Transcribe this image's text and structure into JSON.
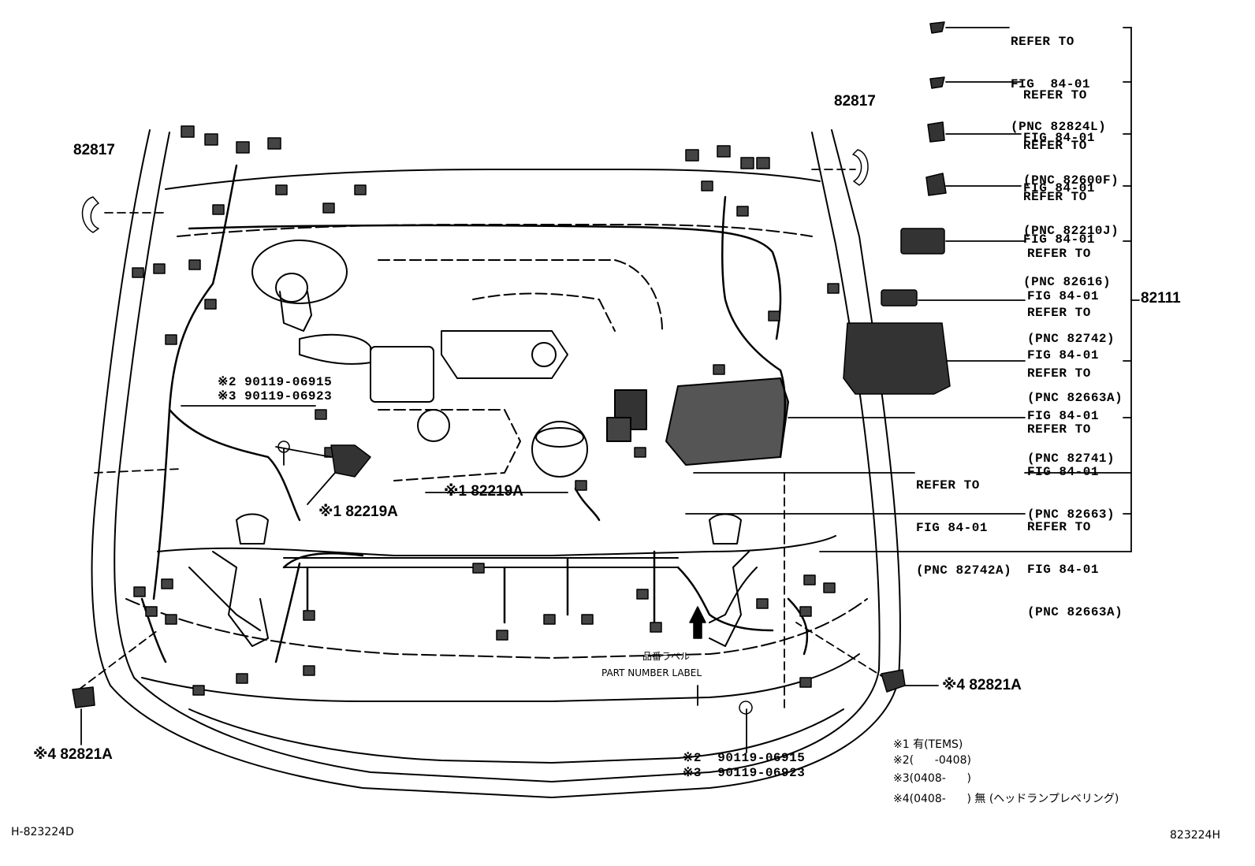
{
  "refer_callouts": [
    {
      "line1": "REFER TO",
      "line2": "FIG  84-01",
      "line3": "(PNC 82824L)"
    },
    {
      "line1": "REFER TO",
      "line2": "FIG 84-01",
      "line3": "(PNC 82600F)"
    },
    {
      "line1": "REFER TO",
      "line2": "FIG 84-01",
      "line3": "(PNC 82210J)"
    },
    {
      "line1": "REFER TO",
      "line2": "FIG 84-01",
      "line3": "(PNC 82616)"
    },
    {
      "line1": "REFER TO",
      "line2": "FIG 84-01",
      "line3": "(PNC 82742)"
    },
    {
      "line1": "REFER TO",
      "line2": "FIG 84-01",
      "line3": "(PNC 82663A)"
    },
    {
      "line1": "REFER TO",
      "line2": "FIG 84-01",
      "line3": "(PNC 82741)"
    },
    {
      "line1": "REFER TO",
      "line2": "FIG 84-01",
      "line3": "(PNC 82663)"
    },
    {
      "line1": "REFER TO",
      "line2": "FIG 84-01",
      "line3": "(PNC 82742A)"
    },
    {
      "line1": "REFER TO",
      "line2": "FIG 84-01",
      "line3": "(PNC 82663A)"
    }
  ],
  "parts": {
    "main_harness": "82111",
    "clamp_left": "82817",
    "clamp_right": "82817",
    "bolt_left_a": "※2 90119-06915",
    "bolt_left_b": "※3 90119-06923",
    "sensor_left": "※1 82219A",
    "sensor_center": "※1 82219A",
    "clip_left": "※4 82821A",
    "clip_right": "※4 82821A",
    "bolt_bottom_a": "※2  90119-06915",
    "bolt_bottom_b": "※3  90119-06923"
  },
  "part_number_label": {
    "jp": "品番ラベル",
    "en": "PART NUMBER LABEL"
  },
  "notes": [
    "※1 有(TEMS)",
    "※2(      -0408)",
    "※3(0408-      )",
    "※4(0408-      ) 無 (ヘッドランプレベリング)"
  ],
  "footer": {
    "left_id": "H-823224D",
    "right_id": "823224H"
  }
}
